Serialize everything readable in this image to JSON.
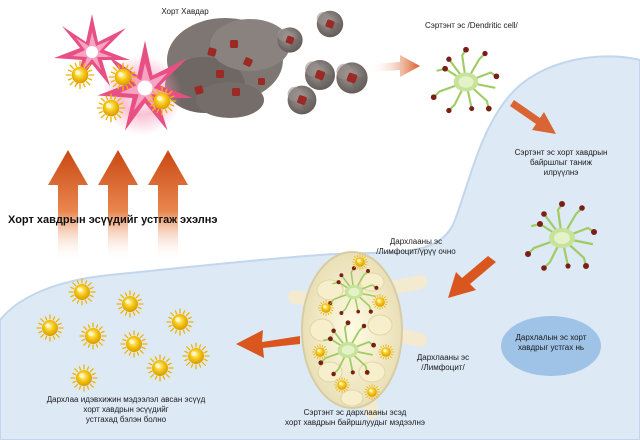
{
  "labels": {
    "tumor": "Хорт Хавдар",
    "dendritic": "Сэртэнт эс /Dendritic cell/",
    "recognize_1": "Сэртэнт эс хорт хавдрын",
    "recognize_2": "байршлыг таниж",
    "recognize_3": "илрүүлнэ",
    "lymph_in_1": "Дархлааны эс",
    "lymph_in_2": "/Лимфоцит/үрүү очно",
    "lymph_2": "Дархлааны эс",
    "lymph_3": "/Лимфоцит/",
    "lymph_info_1": "Сэртэнт эс дархлааны эсэд",
    "lymph_info_2": "хорт хавдрын байршлуудыг мэдээлнэ",
    "immune_attack_1": "Дархлалын эс хорт",
    "immune_attack_2": "хавдрыг устгах нь",
    "active_1": "Дархлаа идэвхижин мэдээлэл авсан эсүүд",
    "active_2": "хорт хавдрын  эсүүдийг",
    "active_3": "устгахад бэлэн болно",
    "destroy": "Хорт хавдрын эсүүдийг устгаж эхэлнэ"
  },
  "colors": {
    "background": "#ffffff",
    "region": "#dde9f5",
    "region_edge": "#c2d6ec",
    "oval": "#9ec3e6",
    "arrow": "#d9571f",
    "arrow_dark": "#b03a10",
    "tumor_cell": "#7e7672",
    "tumor_core": "#9c2a24",
    "sun_cell": "#f4c20a",
    "dendritic": "#a6d06a",
    "dendritic_dot": "#7a1f14",
    "lymph_node": "#f6f0d2",
    "flash": "#e7417a"
  }
}
